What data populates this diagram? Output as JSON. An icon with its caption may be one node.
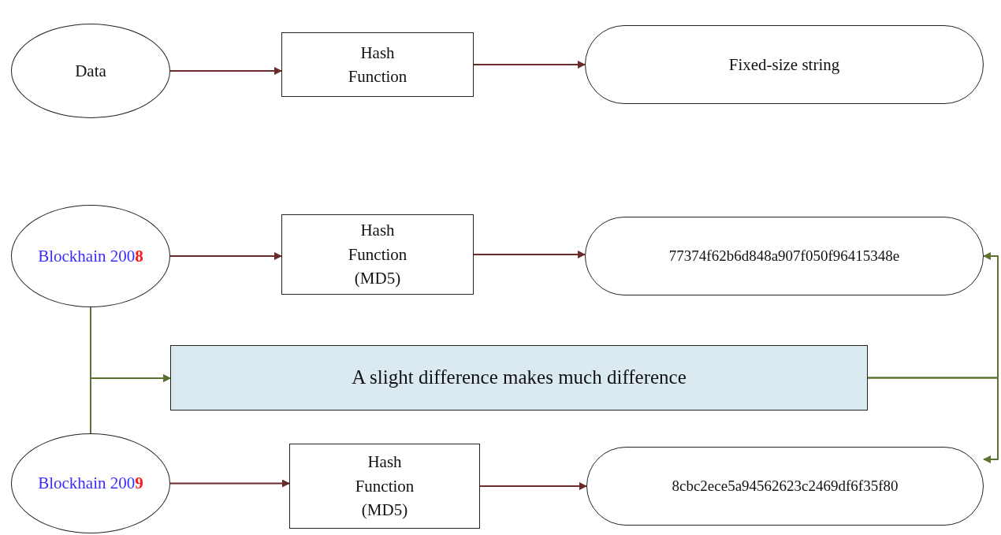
{
  "diagram": {
    "nodes": [
      {
        "text": [
          "Data"
        ]
      },
      {
        "text": [
          "Hash Function"
        ]
      },
      {
        "text": [
          "Fixed-size string"
        ]
      },
      {
        "text": [
          "Blockhain 2008"
        ]
      },
      {
        "text": [
          "Hash Function (MD5)"
        ]
      },
      {
        "text": [
          "77374f62b6d848a907f050f96415348e"
        ]
      },
      {
        "text": [
          "A slight difference makes much difference"
        ]
      },
      {
        "text": [
          "Blockhain 2009"
        ]
      },
      {
        "text": [
          "Hash Function (MD5)"
        ]
      },
      {
        "text": [
          "8cbc2ece5a94562623c2469df6f35f80"
        ]
      }
    ],
    "edges": [
      {
        "from": 0,
        "to": 1,
        "arrow": "to"
      },
      {
        "from": 1,
        "to": 2,
        "arrow": "to"
      },
      {
        "from": 3,
        "to": 4,
        "arrow": "to"
      },
      {
        "from": 4,
        "to": 5,
        "arrow": "to"
      },
      {
        "from": 3,
        "to": 6,
        "arrow": "to",
        "color": "#5b7330"
      },
      {
        "from": 7,
        "to": 6,
        "arrow": "to",
        "color": "#5b7330"
      },
      {
        "from": 6,
        "to": 5,
        "arrow": "to",
        "color": "#5b7330"
      },
      {
        "from": 6,
        "to": 9,
        "arrow": "to",
        "color": "#5b7330"
      },
      {
        "from": 7,
        "to": 8,
        "arrow": "to"
      },
      {
        "from": 8,
        "to": 9,
        "arrow": "to"
      }
    ]
  }
}
